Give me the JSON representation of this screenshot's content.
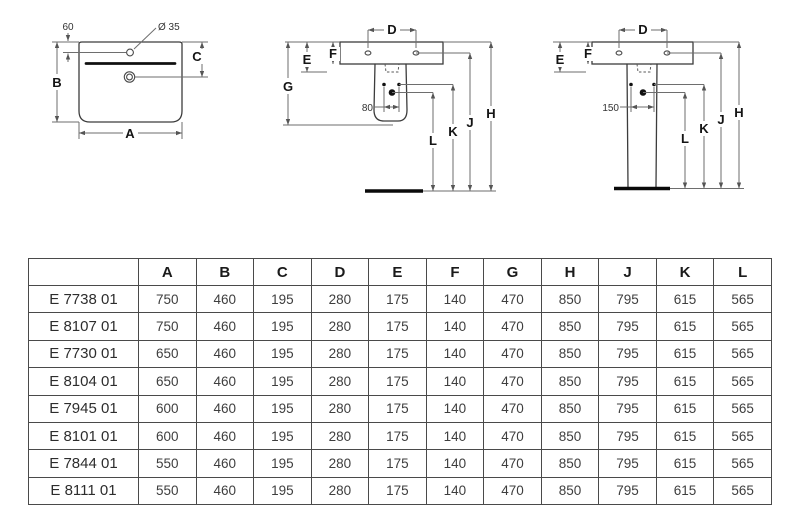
{
  "diagrams": {
    "top_view": {
      "tap_hole_offset": "60",
      "tap_hole_diameter": "Ø 35",
      "dim_a": "A",
      "dim_b": "B",
      "dim_c": "C"
    },
    "semi_pedestal_view": {
      "dim_d": "D",
      "dim_e": "E",
      "dim_f": "F",
      "dim_g": "G",
      "fixing_holes_distance": "80",
      "dim_h": "H",
      "dim_j": "J",
      "dim_k": "K",
      "dim_l": "L"
    },
    "pedestal_view": {
      "dim_d": "D",
      "dim_e": "E",
      "dim_f": "F",
      "fixing_holes_distance": "150",
      "dim_h": "H",
      "dim_j": "J",
      "dim_k": "K",
      "dim_l": "L"
    }
  },
  "table": {
    "headers": [
      "",
      "A",
      "B",
      "C",
      "D",
      "E",
      "F",
      "G",
      "H",
      "J",
      "K",
      "L"
    ],
    "rows": [
      {
        "code": "E 7738 01",
        "values": [
          "750",
          "460",
          "195",
          "280",
          "175",
          "140",
          "470",
          "850",
          "795",
          "615",
          "565"
        ]
      },
      {
        "code": "E 8107 01",
        "values": [
          "750",
          "460",
          "195",
          "280",
          "175",
          "140",
          "470",
          "850",
          "795",
          "615",
          "565"
        ]
      },
      {
        "code": "E 7730 01",
        "values": [
          "650",
          "460",
          "195",
          "280",
          "175",
          "140",
          "470",
          "850",
          "795",
          "615",
          "565"
        ]
      },
      {
        "code": "E 8104 01",
        "values": [
          "650",
          "460",
          "195",
          "280",
          "175",
          "140",
          "470",
          "850",
          "795",
          "615",
          "565"
        ]
      },
      {
        "code": "E 7945 01",
        "values": [
          "600",
          "460",
          "195",
          "280",
          "175",
          "140",
          "470",
          "850",
          "795",
          "615",
          "565"
        ]
      },
      {
        "code": "E 8101 01",
        "values": [
          "600",
          "460",
          "195",
          "280",
          "175",
          "140",
          "470",
          "850",
          "795",
          "615",
          "565"
        ]
      },
      {
        "code": "E 7844 01",
        "values": [
          "550",
          "460",
          "195",
          "280",
          "175",
          "140",
          "470",
          "850",
          "795",
          "615",
          "565"
        ]
      },
      {
        "code": "E 8111 01",
        "values": [
          "550",
          "460",
          "195",
          "280",
          "175",
          "140",
          "470",
          "850",
          "795",
          "615",
          "565"
        ]
      }
    ]
  },
  "colors": {
    "background": "#ffffff",
    "ink": "#3c3c3c",
    "dimension_line": "#6e6e6e",
    "table_border": "#4a4a4a"
  }
}
